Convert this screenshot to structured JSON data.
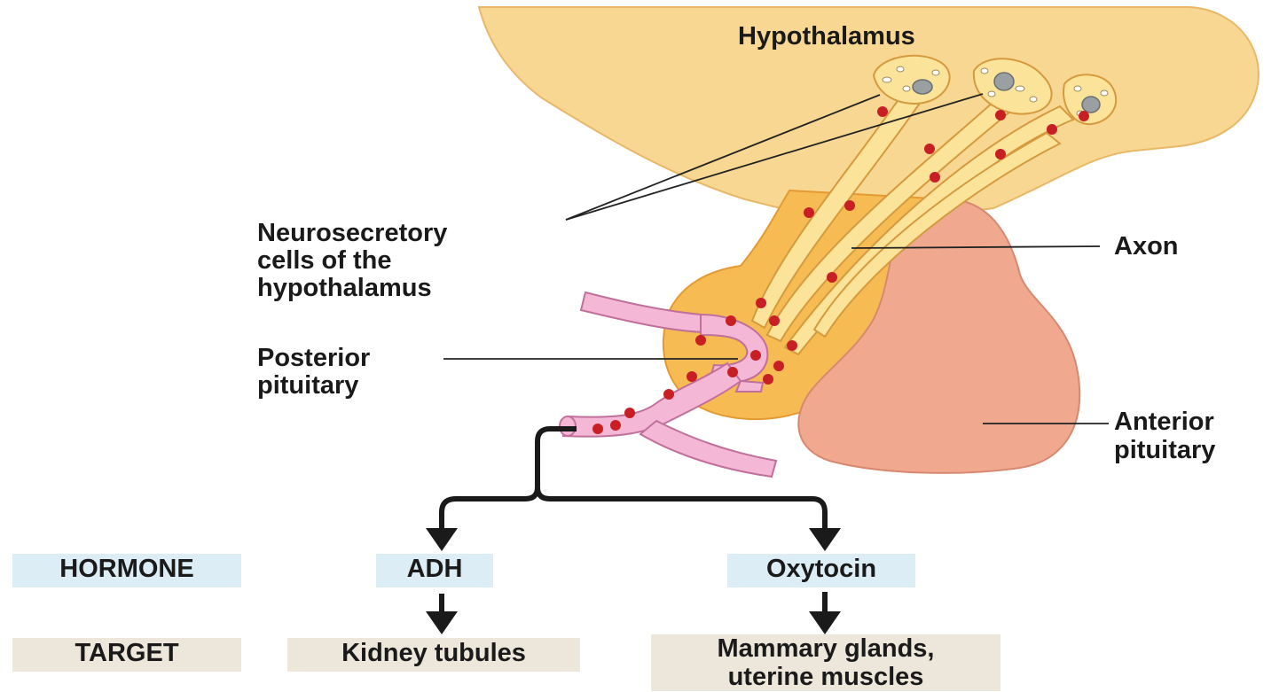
{
  "labels": {
    "hypothalamus": "Hypothalamus",
    "neurosecretory_line1": "Neurosecretory",
    "neurosecretory_line2": "cells of the",
    "neurosecretory_line3": "hypothalamus",
    "axon": "Axon",
    "posterior_line1": "Posterior",
    "posterior_line2": "pituitary",
    "anterior_line1": "Anterior",
    "anterior_line2": "pituitary"
  },
  "table": {
    "hormone_header": "HORMONE",
    "target_header": "TARGET",
    "hormone_1": "ADH",
    "hormone_2": "Oxytocin",
    "target_1": "Kidney tubules",
    "target_2_line1": "Mammary glands,",
    "target_2_line2": "uterine muscles"
  },
  "colors": {
    "hypothalamus_fill": "#f8d793",
    "gland_fill": "#f6bb52",
    "anterior_fill": "#f0a98f",
    "axon_fill": "#fbe39a",
    "vessel_fill": "#f4b8d6",
    "granule": "#c81f25"
  }
}
